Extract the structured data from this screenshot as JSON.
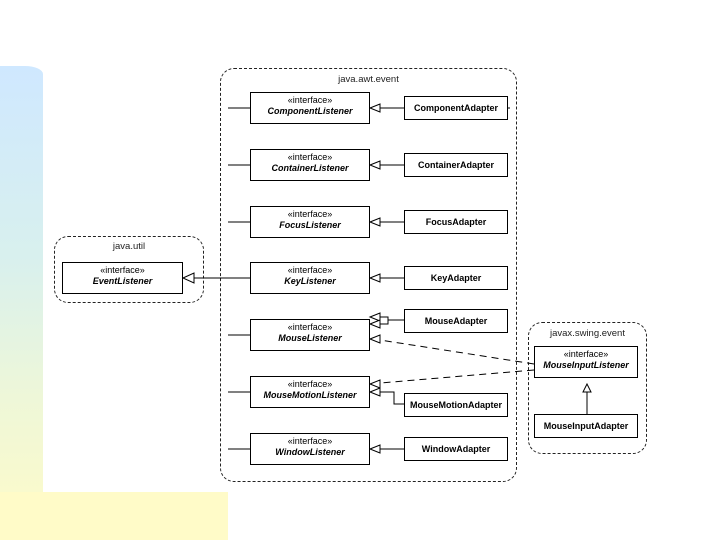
{
  "packages": {
    "awt": {
      "label": "java.awt.event"
    },
    "util": {
      "label": "java.util"
    },
    "swing": {
      "label": "javax.swing.event"
    }
  },
  "stereotype": "«interface»",
  "interfaces": {
    "component": "ComponentListener",
    "container": "ContainerListener",
    "focus": "FocusListener",
    "key": "KeyListener",
    "mouse": "MouseListener",
    "motion": "MouseMotionListener",
    "window": "WindowListener",
    "event": "EventListener",
    "mouseinput": "MouseInputListener"
  },
  "adapters": {
    "component": "ComponentAdapter",
    "container": "ContainerAdapter",
    "focus": "FocusAdapter",
    "key": "KeyAdapter",
    "mouse": "MouseAdapter",
    "motion": "MouseMotionAdapter",
    "window": "WindowAdapter",
    "mouseinput": "MouseInputAdapter"
  }
}
